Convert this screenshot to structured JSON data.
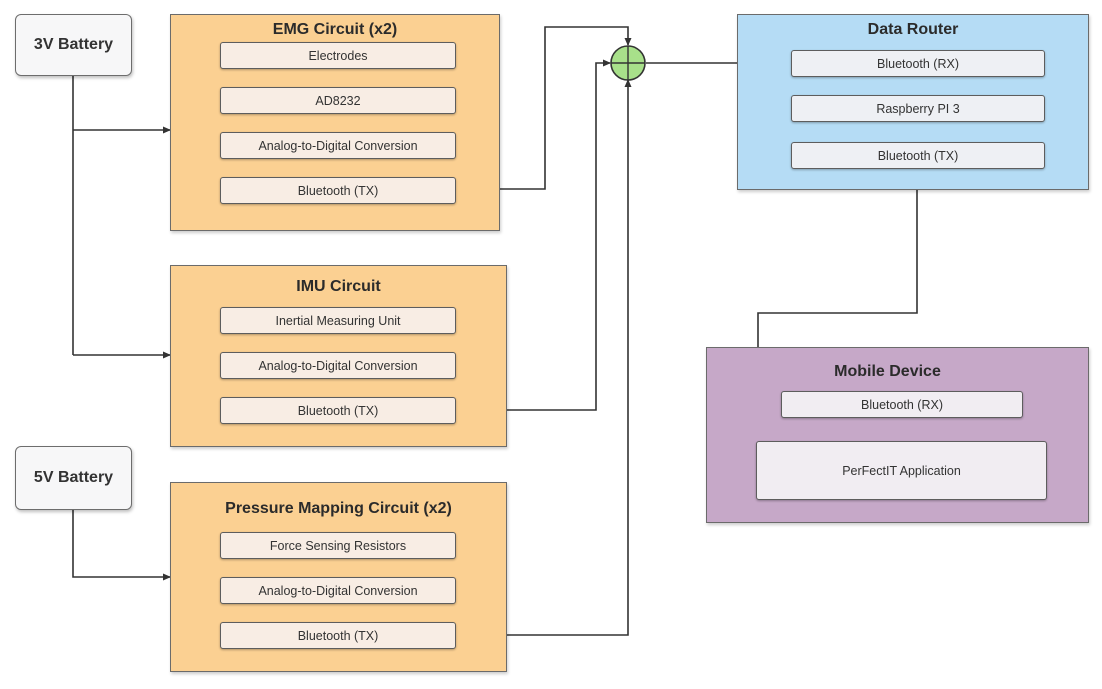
{
  "batteries": {
    "b3v": "3V Battery",
    "b5v": "5V Battery"
  },
  "emg": {
    "title": "EMG Circuit (x2)",
    "items": [
      "Electrodes",
      "AD8232",
      "Analog-to-Digital Conversion",
      "Bluetooth (TX)"
    ]
  },
  "imu": {
    "title": "IMU Circuit",
    "items": [
      "Inertial Measuring Unit",
      "Analog-to-Digital Conversion",
      "Bluetooth (TX)"
    ]
  },
  "pressure": {
    "title": "Pressure Mapping Circuit (x2)",
    "items": [
      "Force Sensing Resistors",
      "Analog-to-Digital Conversion",
      "Bluetooth (TX)"
    ]
  },
  "router": {
    "title": "Data Router",
    "items": [
      "Bluetooth (RX)",
      "Raspberry PI 3",
      "Bluetooth (TX)"
    ]
  },
  "mobile": {
    "title": "Mobile Device",
    "items": [
      "Bluetooth (RX)",
      "PerFectIT Application"
    ]
  },
  "colors": {
    "circuit_panel": "#fbd092",
    "router_panel": "#b5dcf5",
    "mobile_panel": "#c6a8c8",
    "summing_junction": "#a8e08a",
    "wire": "#333333"
  },
  "icons": {
    "junction": "summing-junction-icon"
  }
}
